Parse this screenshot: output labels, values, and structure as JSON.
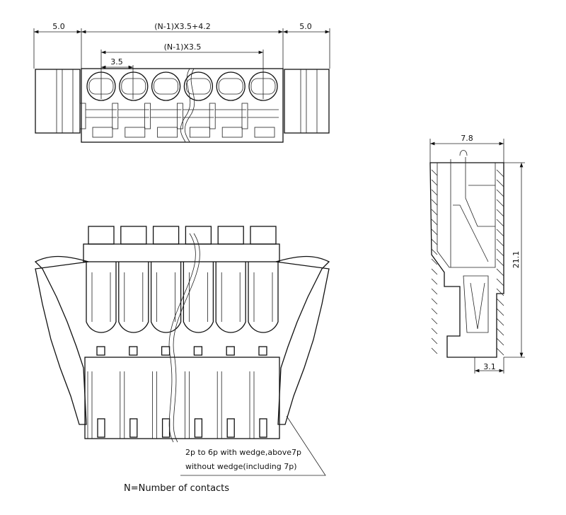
{
  "top_view": {
    "dim_left": "5.0",
    "dim_total": "(N-1)X3.5+4.2",
    "dim_right": "5.0",
    "dim_pitch_span": "(N-1)X3.5",
    "dim_pitch": "3.5",
    "contacts": 6
  },
  "side_view": {
    "dim_width": "7.8",
    "dim_height": "21.1",
    "dim_bottom": "3.1"
  },
  "front_view": {
    "contacts": 6,
    "note_line1": "2p to 6p with wedge,above7p",
    "note_line2": "without wedge(including 7p)"
  },
  "legend": "N=Number of contacts"
}
